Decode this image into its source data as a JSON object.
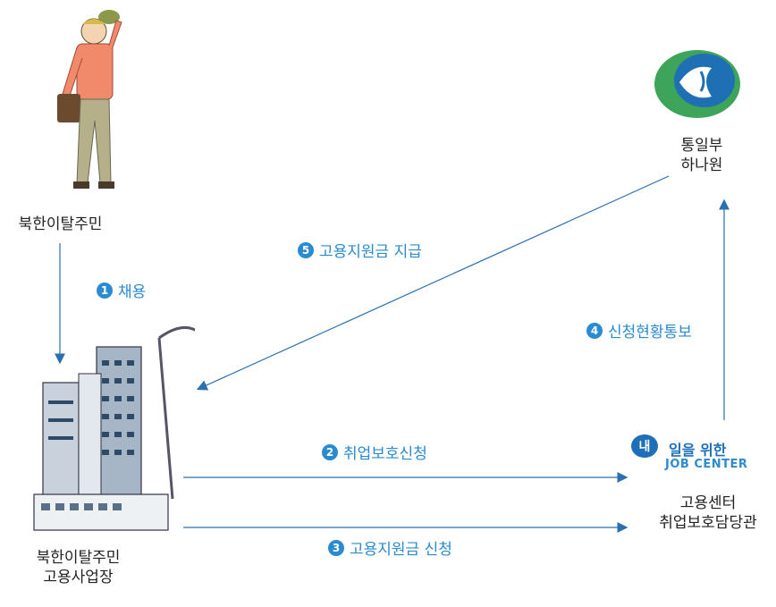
{
  "nodes": {
    "defector": "북한이탈주민",
    "workplace_line1": "북한이탈주민",
    "workplace_line2": "고용사업장",
    "ministry_line1": "통일부",
    "ministry_line2": "하나원",
    "center_line1": "고용센터",
    "center_line2": "취업보호담당관"
  },
  "job_center_logo": {
    "bubble": "내",
    "top": "일을 위한",
    "bottom": "JOB CENTER"
  },
  "steps": [
    {
      "num": "1",
      "label": "채용"
    },
    {
      "num": "2",
      "label": "취업보호신청"
    },
    {
      "num": "3",
      "label": "고용지원금 신청"
    },
    {
      "num": "4",
      "label": "신청현황통보"
    },
    {
      "num": "5",
      "label": "고용지원금 지급"
    }
  ],
  "colors": {
    "accent": "#2a8bd0",
    "arrow": "#2a6fb0"
  }
}
